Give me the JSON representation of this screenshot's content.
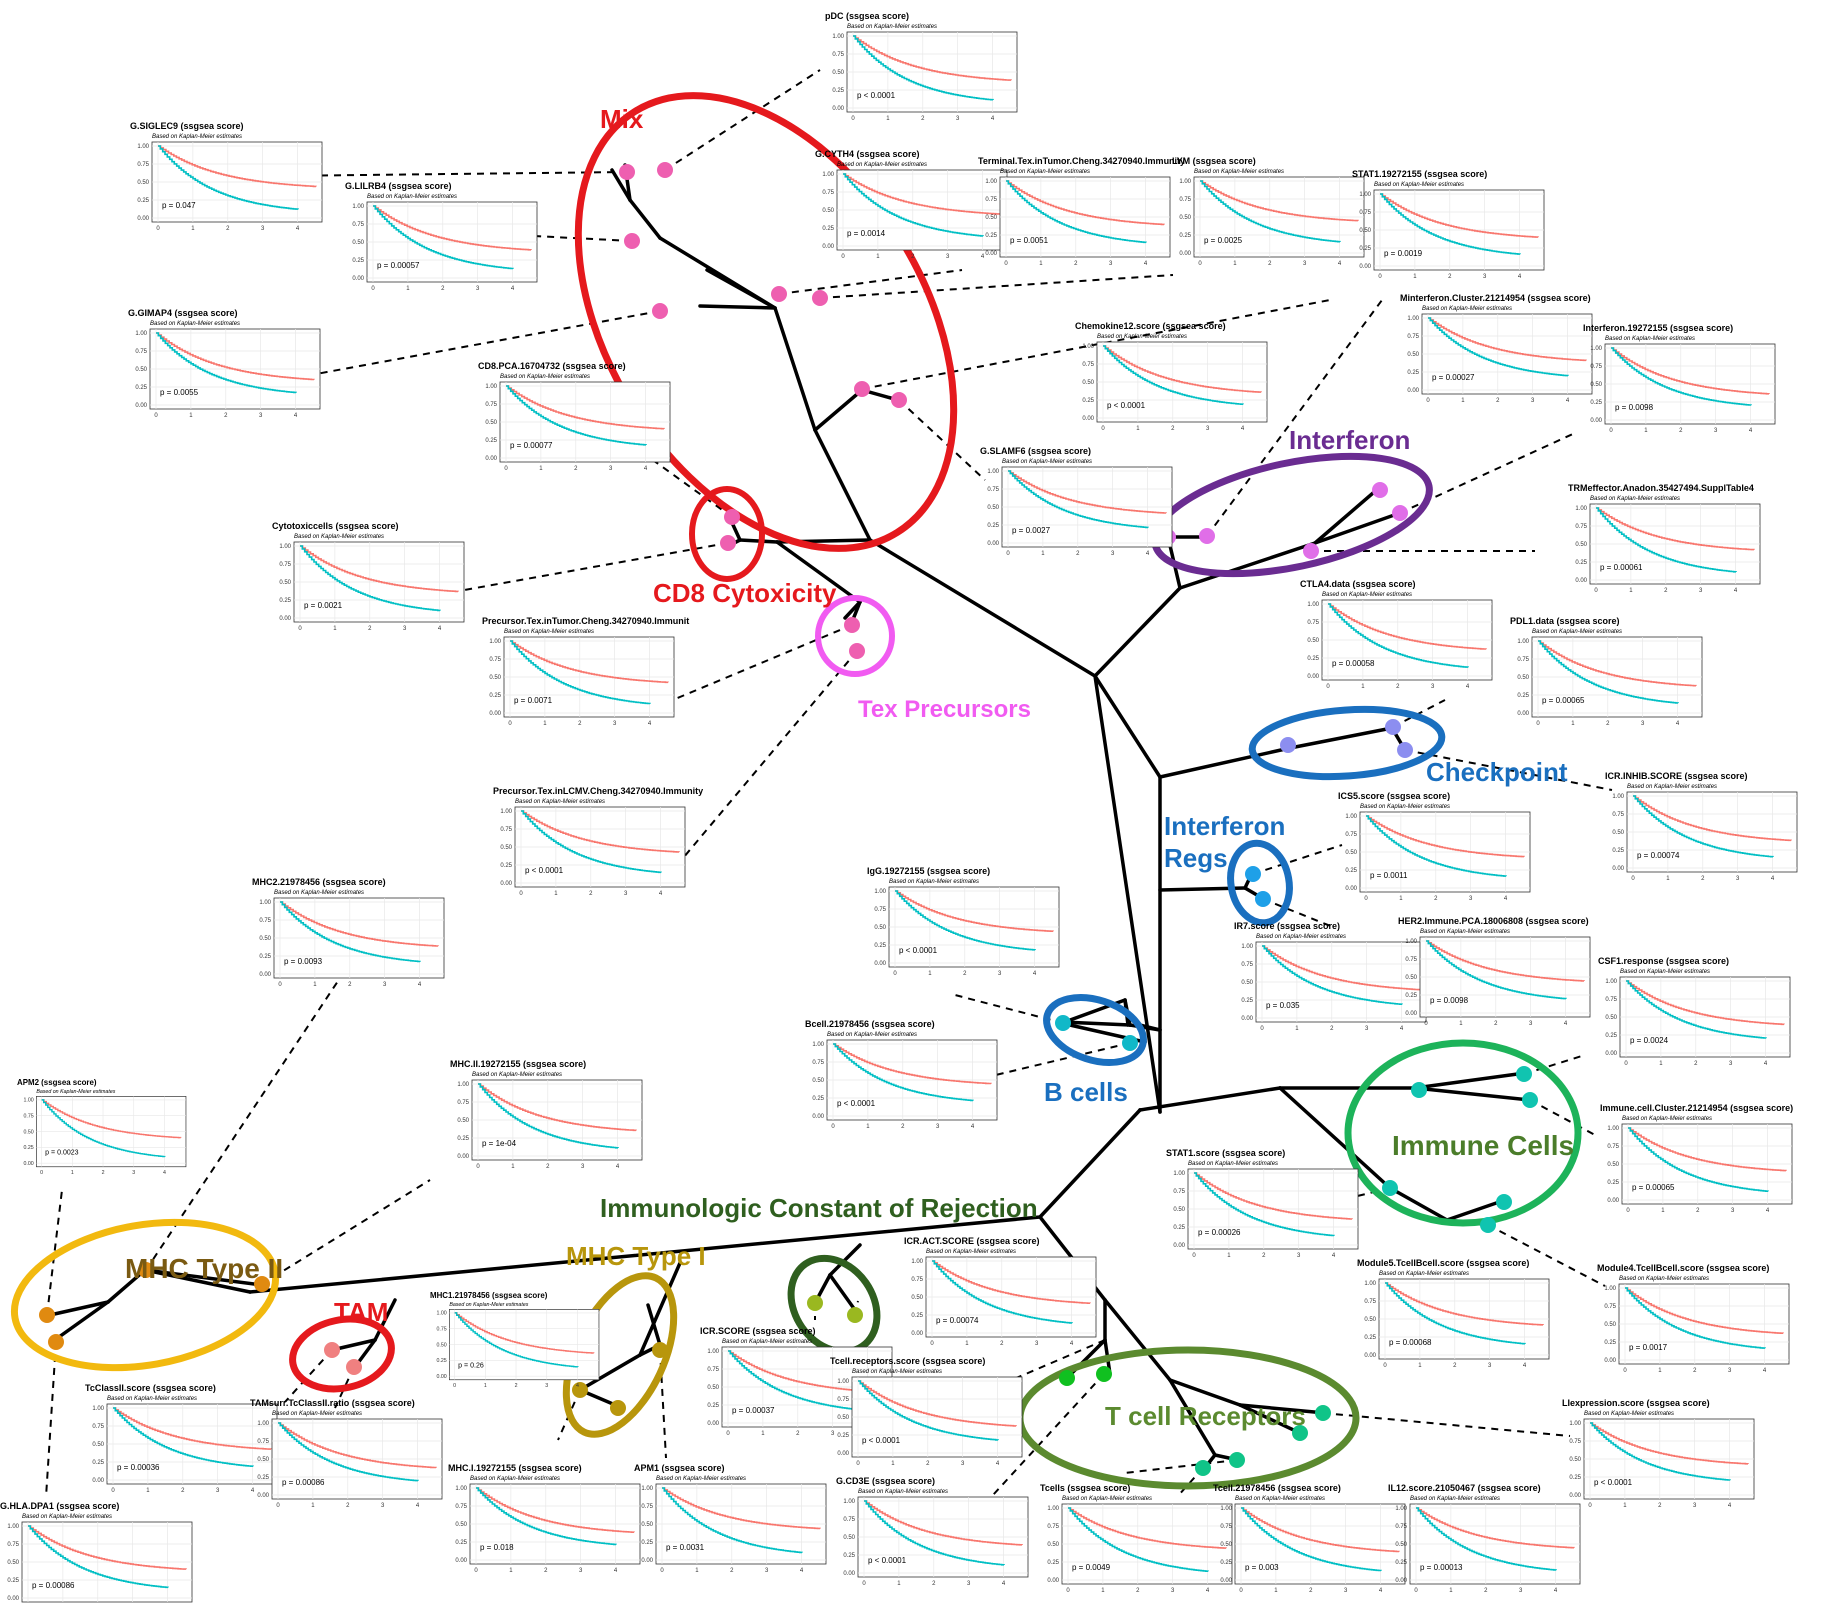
{
  "colors": {
    "tree": "#000000",
    "km_high": "#f8766d",
    "km_low": "#00bfc4",
    "mix": "#e5191d",
    "cd8": "#e5191d",
    "tex": "#f15bf1",
    "interferon": "#6a2c91",
    "checkpoint": "#1a6fbf",
    "interferon_regs": "#1a6fbf",
    "bcells": "#1a6fbf",
    "immune_cells": "#1db35a",
    "tcell_receptors": "#5b8a2f",
    "icr": "#2f5f1f",
    "mhc1": "#b8960c",
    "mhc2": "#f2b90f",
    "tam": "#e5191d"
  },
  "groups": {
    "mix": "Mix",
    "cd8": "CD8 Cytoxicity",
    "tex": "Tex Precursors",
    "interferon": "Interferon",
    "checkpoint": "Checkpoint",
    "interferon_regs_1": "Interferon",
    "interferon_regs_2": "Regs.",
    "bcells": "B cells",
    "immune_cells": "Immune Cells",
    "tcell_receptors": "T cell Receptors",
    "icr": "Immunologic Constant of Rejection",
    "mhc1": "MHC Type I",
    "mhc2": "MHC Type II",
    "tam": "TAM"
  },
  "km_subtitle": "Based on Kaplan-Meier estimates",
  "km_yticks": [
    "1.00",
    "0.75",
    "0.50",
    "0.25",
    "0.00"
  ],
  "km_xticks": [
    "0",
    "1",
    "2",
    "3",
    "4"
  ],
  "km_plots": [
    {
      "id": "pdc",
      "title": "pDC (ssgsea score)",
      "p": "p < 0.0001"
    },
    {
      "id": "siglec9",
      "title": "G.SIGLEC9 (ssgsea score)",
      "p": "p = 0.047"
    },
    {
      "id": "lilrb4",
      "title": "G.LILRB4 (ssgsea score)",
      "p": "p = 0.00057"
    },
    {
      "id": "cyth4",
      "title": "G.CYTH4 (ssgsea score)",
      "p": "p = 0.0014"
    },
    {
      "id": "terminal",
      "title": "Terminal.Tex.inTumor.Cheng.34270940.Immunity",
      "p": "p = 0.0051"
    },
    {
      "id": "lym",
      "title": "LYM (ssgsea score)",
      "p": "p = 0.0025"
    },
    {
      "id": "stat1a",
      "title": "STAT1.19272155 (ssgsea score)",
      "p": "p = 0.0019"
    },
    {
      "id": "gimap4",
      "title": "G.GIMAP4 (ssgsea score)",
      "p": "p = 0.0055"
    },
    {
      "id": "cd8pca",
      "title": "CD8.PCA.16704732 (ssgsea score)",
      "p": "p = 0.00077"
    },
    {
      "id": "chemokine",
      "title": "Chemokine12.score (ssgsea score)",
      "p": "p < 0.0001"
    },
    {
      "id": "minterferon",
      "title": "Minterferon.Cluster.21214954 (ssgsea score)",
      "p": "p = 0.00027"
    },
    {
      "id": "interferon1927",
      "title": "Interferon.19272155 (ssgsea score)",
      "p": "p = 0.0098"
    },
    {
      "id": "slamf6",
      "title": "G.SLAMF6 (ssgsea score)",
      "p": "p = 0.0027"
    },
    {
      "id": "cytotoxic",
      "title": "Cytotoxiccells (ssgsea score)",
      "p": "p = 0.0021"
    },
    {
      "id": "trmeffector",
      "title": "TRMeffector.Anadon.35427494.SupplTable4",
      "p": "p = 0.00061"
    },
    {
      "id": "ctla4",
      "title": "CTLA4.data (ssgsea score)",
      "p": "p = 0.00058"
    },
    {
      "id": "pretumor",
      "title": "Precursor.Tex.inTumor.Cheng.34270940.Immunit",
      "p": "p = 0.0071"
    },
    {
      "id": "pdl1",
      "title": "PDL1.data (ssgsea score)",
      "p": "p = 0.00065"
    },
    {
      "id": "prelcmv",
      "title": "Precursor.Tex.inLCMV.Cheng.34270940.Immunity",
      "p": "p < 0.0001"
    },
    {
      "id": "icrinhib",
      "title": "ICR.INHIB.SCORE (ssgsea score)",
      "p": "p = 0.00074"
    },
    {
      "id": "ics5",
      "title": "ICS5.score (ssgsea score)",
      "p": "p = 0.0011"
    },
    {
      "id": "mhc2_2197",
      "title": "MHC2.21978456 (ssgsea score)",
      "p": "p = 0.0093"
    },
    {
      "id": "igg",
      "title": "IgG.19272155 (ssgsea score)",
      "p": "p < 0.0001"
    },
    {
      "id": "ir7",
      "title": "IR7.score (ssgsea score)",
      "p": "p = 0.035"
    },
    {
      "id": "her2",
      "title": "HER2.Immune.PCA.18006808 (ssgsea score)",
      "p": "p = 0.0098"
    },
    {
      "id": "csf1",
      "title": "CSF1.response (ssgsea score)",
      "p": "p = 0.0024"
    },
    {
      "id": "bcell",
      "title": "Bcell.21978456 (ssgsea score)",
      "p": "p < 0.0001"
    },
    {
      "id": "apm2",
      "title": "APM2 (ssgsea score)",
      "p": "p = 0.0023"
    },
    {
      "id": "mhcii",
      "title": "MHC.II.19272155 (ssgsea score)",
      "p": "p = 1e-04"
    },
    {
      "id": "immunecell",
      "title": "Immune.cell.Cluster.21214954 (ssgsea score)",
      "p": "p = 0.00065"
    },
    {
      "id": "stat1score",
      "title": "STAT1.score (ssgsea score)",
      "p": "p = 0.00026"
    },
    {
      "id": "icract",
      "title": "ICR.ACT.SCORE (ssgsea score)",
      "p": "p = 0.00074"
    },
    {
      "id": "mhc1_2197",
      "title": "MHC1.21978456 (ssgsea score)",
      "p": "p = 0.26"
    },
    {
      "id": "module5",
      "title": "Module5.TcellBcell.score (ssgsea score)",
      "p": "p = 0.00068"
    },
    {
      "id": "module4",
      "title": "Module4.TcellBcell.score (ssgsea score)",
      "p": "p = 0.0017"
    },
    {
      "id": "icrscore",
      "title": "ICR.SCORE (ssgsea score)",
      "p": "p = 0.00037"
    },
    {
      "id": "tcellrec",
      "title": "Tcell.receptors.score (ssgsea score)",
      "p": "p < 0.0001"
    },
    {
      "id": "tcclass",
      "title": "TcClassII.score (ssgsea score)",
      "p": "p = 0.00036"
    },
    {
      "id": "tamsurr",
      "title": "TAMsurr.TcClassII.ratio (ssgsea score)",
      "p": "p = 0.00086"
    },
    {
      "id": "liexpr",
      "title": "LIexpression.score (ssgsea score)",
      "p": "p < 0.0001"
    },
    {
      "id": "mhci",
      "title": "MHC.I.19272155 (ssgsea score)",
      "p": "p = 0.018"
    },
    {
      "id": "apm1",
      "title": "APM1 (ssgsea score)",
      "p": "p = 0.0031"
    },
    {
      "id": "gcd3e",
      "title": "G.CD3E (ssgsea score)",
      "p": "p < 0.0001"
    },
    {
      "id": "tcells",
      "title": "Tcells (ssgsea score)",
      "p": "p = 0.0049"
    },
    {
      "id": "tcell2197",
      "title": "Tcell.21978456 (ssgsea score)",
      "p": "p = 0.003"
    },
    {
      "id": "il12",
      "title": "IL12.score.21050467 (ssgsea score)",
      "p": "p = 0.00013"
    },
    {
      "id": "hladpa1",
      "title": "G.HLA.DPA1 (ssgsea score)",
      "p": "p = 0.00086"
    }
  ]
}
